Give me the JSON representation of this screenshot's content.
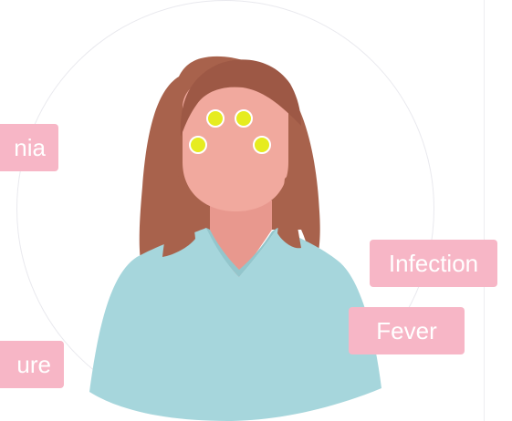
{
  "symptom_tags": {
    "insomnia": "nia",
    "infection": "Infection",
    "fever": "Fever",
    "pressure": "ure"
  },
  "colors": {
    "tag_bg": "#f7b6c6",
    "tag_text": "#ffffff",
    "hair": "#a8624c",
    "skin": "#f1a99e",
    "shirt": "#a6d6dc",
    "pressure_point": "#e6ec1f"
  },
  "icons": {
    "avatar": "woman-avatar-illustration",
    "points": "pressure-point-icon"
  }
}
